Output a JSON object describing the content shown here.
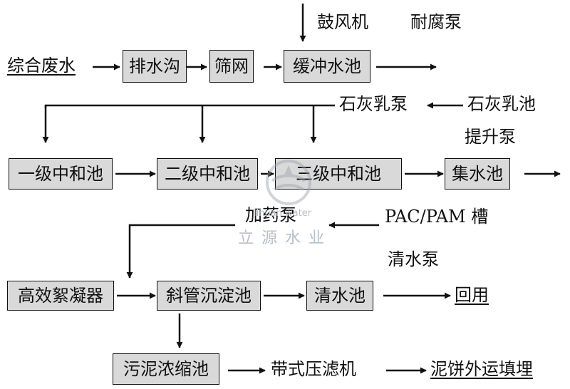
{
  "nodes": {
    "waste_water": "综合废水",
    "drain": "排水沟",
    "screen": "筛网",
    "buffer_tank": "缓冲水池",
    "blower": "鼓风机",
    "corrosion_pump": "耐腐泵",
    "lime_pump": "石灰乳泵",
    "lime_tank": "石灰乳池",
    "lift_pump": "提升泵",
    "neutral_1": "一级中和池",
    "neutral_2": "二级中和池",
    "neutral_3": "三级中和池",
    "collect_tank": "集水池",
    "dosing_pump": "加药泵",
    "pac_pam_tank": "PAC/PAM 槽",
    "clear_pump": "清水泵",
    "flocculator": "高效絮凝器",
    "inclined_tube": "斜管沉淀池",
    "clear_tank": "清水池",
    "reuse": "回用",
    "sludge_tank": "污泥浓缩池",
    "belt_press": "带式压滤机",
    "sludge_landfill": "泥饼外运填埋"
  },
  "watermark": {
    "latin": "lihuan water",
    "cn": "立 源 水 业"
  }
}
